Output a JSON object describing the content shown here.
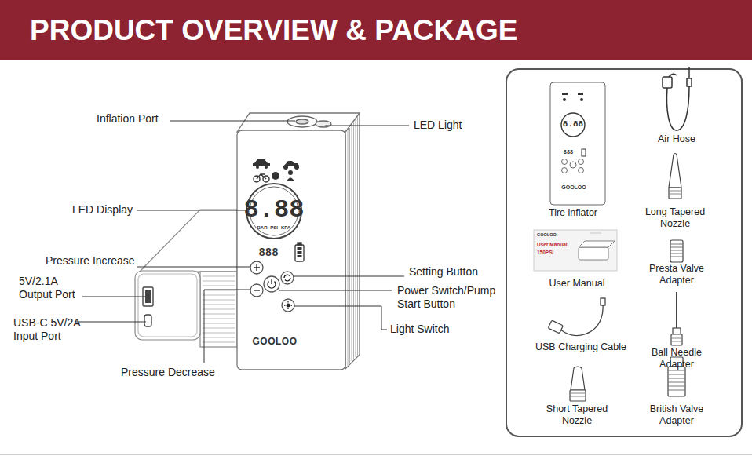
{
  "diagram": {
    "title": "PRODUCT OVERVIEW & PACKAGE",
    "labels": [
      "Inflation Port",
      "LED Light",
      "LED Display",
      "Pressure Increase",
      "5V/2.1A Output Port",
      "USB-C 5V/2A Input Port",
      "Pressure Decrease",
      "Setting Button",
      "Power Switch/Pump Start Button",
      "Light Switch",
      "Tire inflator",
      "Air Hose",
      "Long Tapered Nozzle",
      "User Manual",
      "Presta Valve Adapter",
      "USB Charging Cable",
      "Ball Needle Adapter",
      "Short Tapered Nozzle",
      "British Valve Adapter",
      "8.88",
      "BAR",
      "PSI",
      "KPA",
      "888",
      "GOOLOO",
      "8.88",
      "888",
      "GOOLOO",
      "GOOLOO",
      "User Manual",
      "150PSI"
    ]
  }
}
